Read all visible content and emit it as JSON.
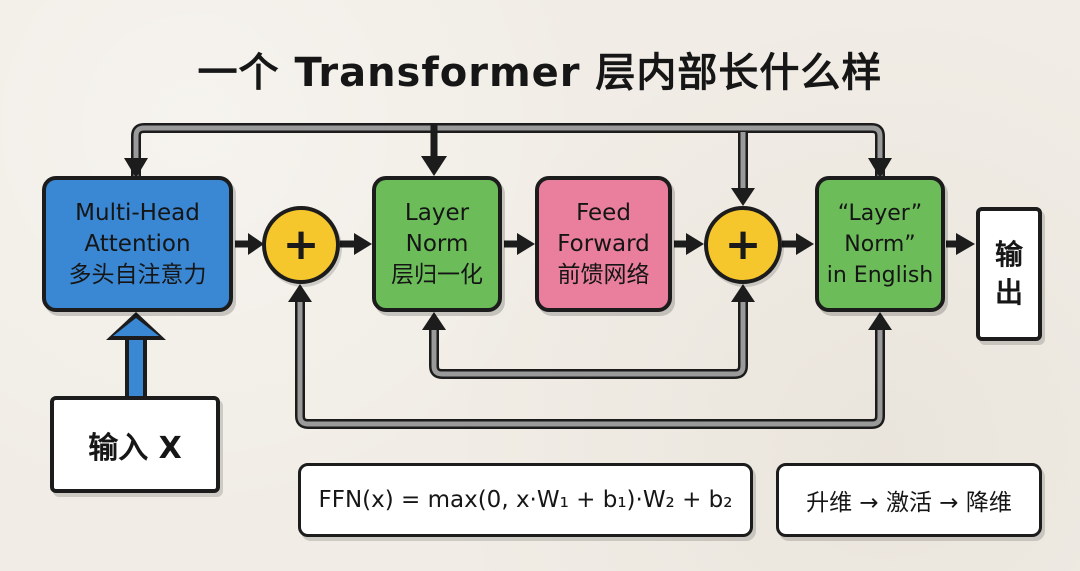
{
  "title": "一个 Transformer 层内部长什么样",
  "nodes": {
    "attention": {
      "line1": "Multi-Head",
      "line2": "Attention",
      "line3": "多头自注意力",
      "color": "#3a87d4"
    },
    "add1": {
      "symbol": "+",
      "color": "#f5c72c"
    },
    "layer_norm_1": {
      "line1": "Layer",
      "line2": "Norm",
      "line3": "层归一化",
      "color": "#6cbd5a"
    },
    "feed_forward": {
      "line1": "Feed",
      "line2": "Forward",
      "line3": "前馈网络",
      "color": "#e97f9c"
    },
    "add2": {
      "symbol": "+",
      "color": "#f5c72c"
    },
    "layer_norm_2": {
      "line1": "“Layer”",
      "line2": "Norm”",
      "line3": "in English",
      "color": "#6cbd5a"
    },
    "output": {
      "line1": "输",
      "line2": "出"
    },
    "input": {
      "label": "输入 X"
    }
  },
  "formula": "FFN(x) = max(0, x·W₁ + b₁)·W₂ + b₂",
  "note": "升维 → 激活 → 降维",
  "colors": {
    "background": "#f1ede6",
    "wire": "#1c1c1c",
    "residual_wire": "#9a9a9a",
    "input_arrow": "#3a87d4"
  }
}
